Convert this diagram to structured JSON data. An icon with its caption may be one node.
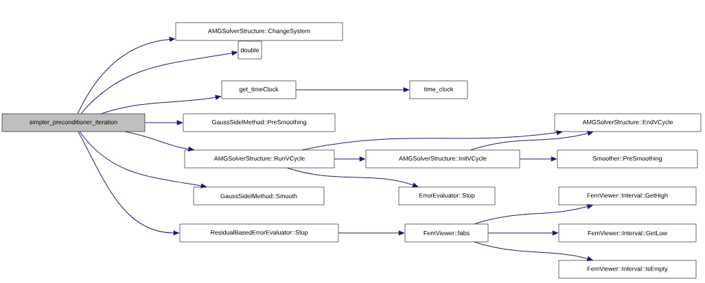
{
  "diagram": {
    "nodes": [
      {
        "text": [
          "simpler_preconditioner_iteration"
        ]
      },
      {
        "text": [
          "AMGSolverStructure::ChangeSystem"
        ]
      },
      {
        "text": [
          "double"
        ]
      },
      {
        "text": [
          "get_timeClock"
        ]
      },
      {
        "text": [
          "time_clock"
        ]
      },
      {
        "text": [
          "GaussSidelMethod::PreSmoothing"
        ]
      },
      {
        "text": [
          "AMGSolverStructure::RunVCycle"
        ]
      },
      {
        "text": [
          "AMGSolverStructure::EndVCycle"
        ]
      },
      {
        "text": [
          "AMGSolverStructure::InitVCycle"
        ]
      },
      {
        "text": [
          "Smoother::PreSmoothing"
        ]
      },
      {
        "text": [
          "ErrorEvaluator::Stop"
        ]
      },
      {
        "text": [
          "GaussSidelMethod::Smooth"
        ]
      },
      {
        "text": [
          "ResidualBasedErrorEvaluator::Stop"
        ]
      },
      {
        "text": [
          "FemViewer::fabs"
        ]
      },
      {
        "text": [
          "FemViewer::Interval::GetHigh"
        ]
      },
      {
        "text": [
          "FemViewer::Interval::GetLow"
        ]
      },
      {
        "text": [
          "FemViewer::Interval::IsEmpty"
        ]
      }
    ],
    "edges": [
      {
        "from": 0,
        "to": 1,
        "arrow": "to"
      },
      {
        "from": 0,
        "to": 2,
        "arrow": "to"
      },
      {
        "from": 0,
        "to": 3,
        "arrow": "to"
      },
      {
        "from": 0,
        "to": 5,
        "arrow": "to"
      },
      {
        "from": 0,
        "to": 6,
        "arrow": "to"
      },
      {
        "from": 0,
        "to": 11,
        "arrow": "to"
      },
      {
        "from": 0,
        "to": 12,
        "arrow": "to"
      },
      {
        "from": 3,
        "to": 4,
        "arrow": "to"
      },
      {
        "from": 6,
        "to": 7,
        "arrow": "to"
      },
      {
        "from": 6,
        "to": 8,
        "arrow": "to"
      },
      {
        "from": 6,
        "to": 10,
        "arrow": "to"
      },
      {
        "from": 8,
        "to": 7,
        "arrow": "to"
      },
      {
        "from": 8,
        "to": 9,
        "arrow": "to"
      },
      {
        "from": 12,
        "to": 13,
        "arrow": "to"
      },
      {
        "from": 13,
        "to": 14,
        "arrow": "to"
      },
      {
        "from": 13,
        "to": 15,
        "arrow": "to"
      },
      {
        "from": 13,
        "to": 16,
        "arrow": "to"
      }
    ]
  }
}
